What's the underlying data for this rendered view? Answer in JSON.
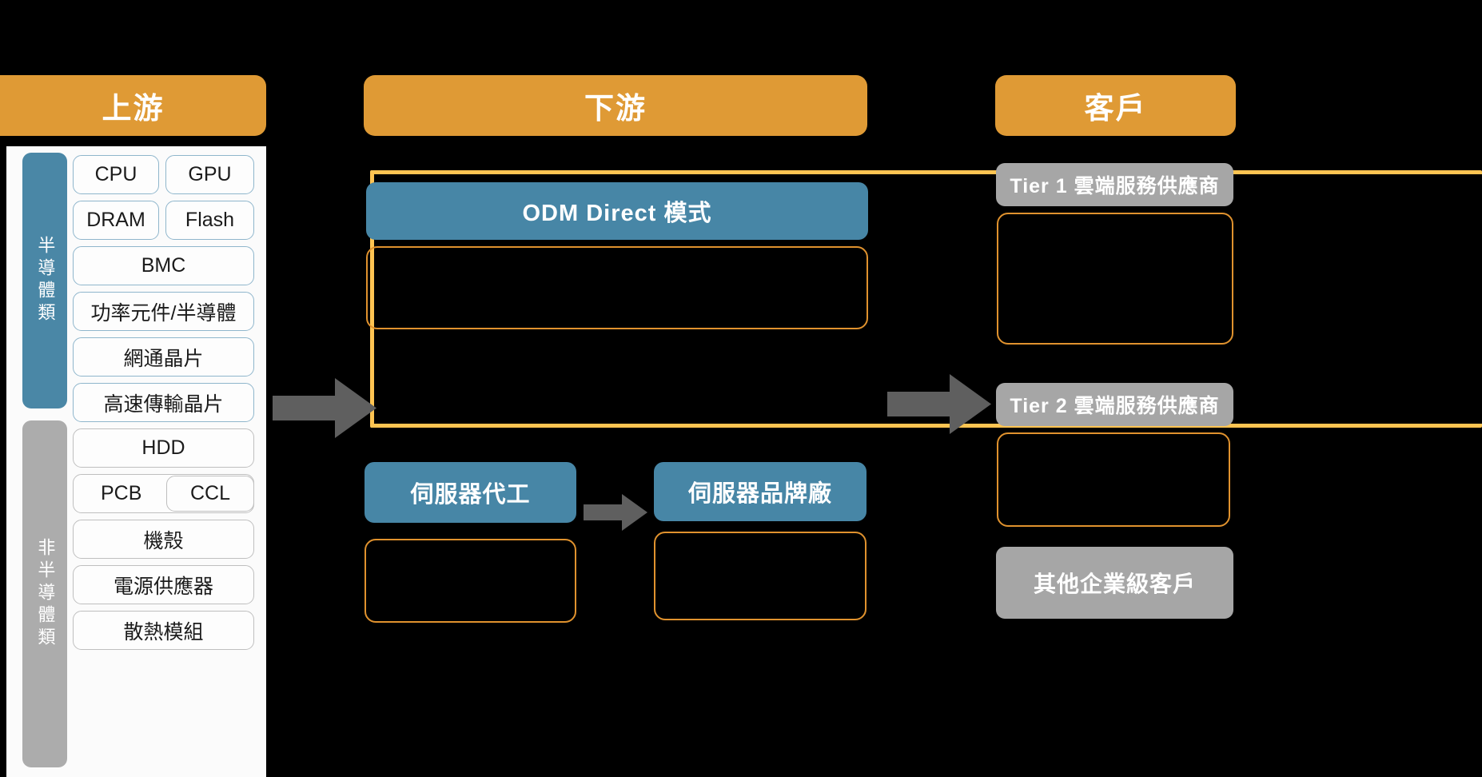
{
  "headers": {
    "upstream": "上游",
    "downstream": "下游",
    "customer": "客戶"
  },
  "upstream": {
    "categories": [
      {
        "name": "semiconductor",
        "label": "半導體類",
        "color": "#4A87A6"
      },
      {
        "name": "non-semiconductor",
        "label": "非半導體類",
        "color": "#ACACAC"
      }
    ],
    "semiconductor_items": [
      {
        "label": "CPU"
      },
      {
        "label": "GPU"
      },
      {
        "label": "DRAM"
      },
      {
        "label": "Flash"
      },
      {
        "label": "BMC"
      },
      {
        "label": "功率元件/半導體"
      },
      {
        "label": "網通晶片"
      },
      {
        "label": "高速傳輸晶片"
      }
    ],
    "non_semiconductor_items": [
      {
        "label": "HDD"
      },
      {
        "label": "PCB"
      },
      {
        "label": "CCL"
      },
      {
        "label": "機殼"
      },
      {
        "label": "電源供應器"
      },
      {
        "label": "散熱模組"
      }
    ]
  },
  "downstream": {
    "odm_direct": "ODM Direct 模式",
    "odm_direct_detail": "",
    "server_oem": "伺服器代工",
    "server_oem_detail": "",
    "server_brand": "伺服器品牌廠",
    "server_brand_detail": ""
  },
  "customers": {
    "tier1": "Tier 1 雲端服務供應商",
    "tier1_detail": "",
    "tier2": "Tier 2 雲端服務供應商",
    "tier2_detail": "",
    "other": "其他企業級客戶"
  },
  "colors": {
    "header_orange": "#DF9A35",
    "highlight_yellow": "#FFC452",
    "blue_box": "#4786A6",
    "gray_box": "#A6A6A6",
    "orange_outline": "#E0922E",
    "arrow_gray": "#5F5F5F",
    "background": "#000000"
  },
  "arrows": [
    {
      "name": "upstream-to-downstream"
    },
    {
      "name": "downstream-to-customer"
    },
    {
      "name": "oem-to-brand"
    }
  ]
}
